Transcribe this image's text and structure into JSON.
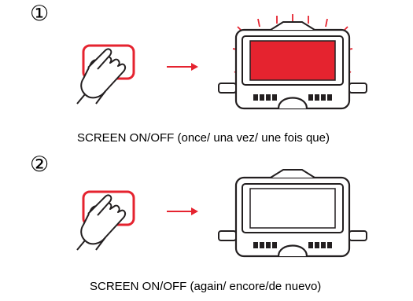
{
  "steps": [
    {
      "number": "①",
      "caption": "SCREEN ON/OFF (once/ una vez/ une fois que)",
      "screen_state": "on"
    },
    {
      "number": "②",
      "caption": "SCREEN ON/OFF (again/ encore/de nuevo)",
      "screen_state": "off"
    }
  ],
  "colors": {
    "accent": "#e5232f",
    "line": "#231f20"
  },
  "icons": [
    "finger-press-icon",
    "arrow-right-icon",
    "device-icon"
  ]
}
